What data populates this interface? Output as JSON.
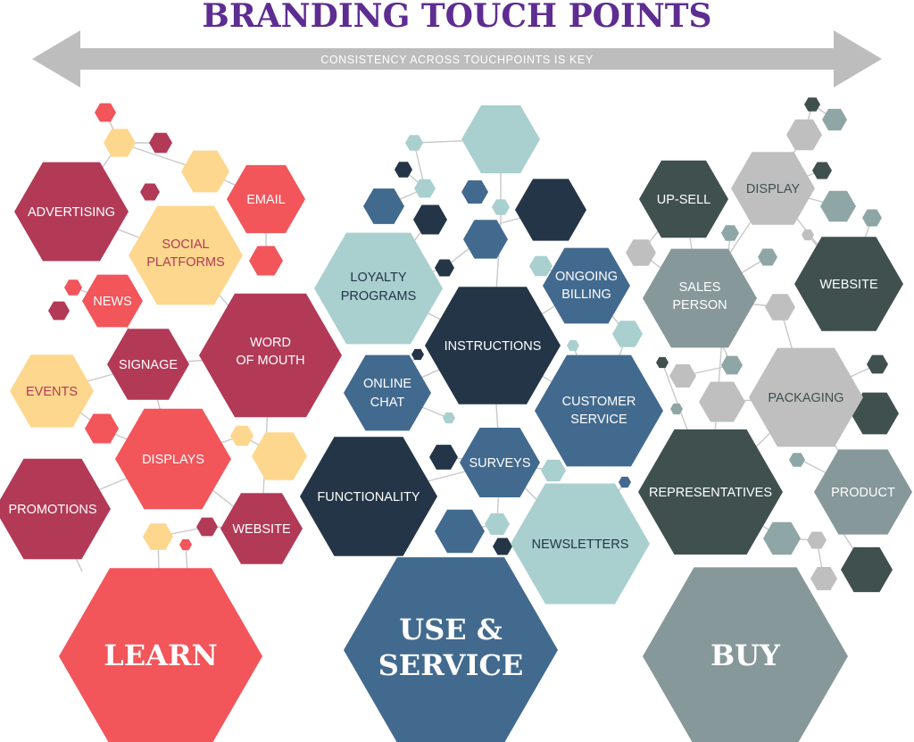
{
  "title": "BRANDING TOUCH POINTS",
  "arrow_text": "CONSISTENCY ACROSS TOUCHPOINTS IS KEY",
  "colors": {
    "title": "#5d2d91",
    "arrow": "#bdbdbd",
    "connector": "#c8c8c8",
    "learn_dark": "#b23a57",
    "learn_red": "#f2555a",
    "learn_yellow": "#fdd78d",
    "learn_label_on_yellow": "#b23a57",
    "use_light": "#a9cfcf",
    "use_blue": "#426a8f",
    "use_navy": "#233546",
    "buy_gray": "#86989a",
    "buy_light": "#bfbfbf",
    "buy_dark": "#3f504f",
    "buy_teal": "#8fa6a6"
  },
  "stages": {
    "learn": "LEARN",
    "use_line1": "USE &",
    "use_line2": "SERVICE",
    "buy": "BUY"
  },
  "learn": {
    "advertising": "ADVERTISING",
    "email": "EMAIL",
    "social_1": "SOCIAL",
    "social_2": "PLATFORMS",
    "news": "NEWS",
    "word_1": "WORD",
    "word_2": "OF MOUTH",
    "signage": "SIGNAGE",
    "events": "EVENTS",
    "displays": "DISPLAYS",
    "promotions": "PROMOTIONS",
    "website": "WEBSITE"
  },
  "use_service": {
    "loyalty_1": "LOYALTY",
    "loyalty_2": "PROGRAMS",
    "ongoing_1": "ONGOING",
    "ongoing_2": "BILLING",
    "instructions": "INSTRUCTIONS",
    "chat_1": "ONLINE",
    "chat_2": "CHAT",
    "cs_1": "CUSTOMER",
    "cs_2": "SERVICE",
    "surveys": "SURVEYS",
    "functionality": "FUNCTIONALITY",
    "newsletters": "NEWSLETTERS"
  },
  "buy": {
    "upsell": "UP-SELL",
    "display": "DISPLAY",
    "sales_1": "SALES",
    "sales_2": "PERSON",
    "website": "WEBSITE",
    "packaging": "PACKAGING",
    "representatives": "REPRESENTATIVES",
    "product": "PRODUCT"
  }
}
